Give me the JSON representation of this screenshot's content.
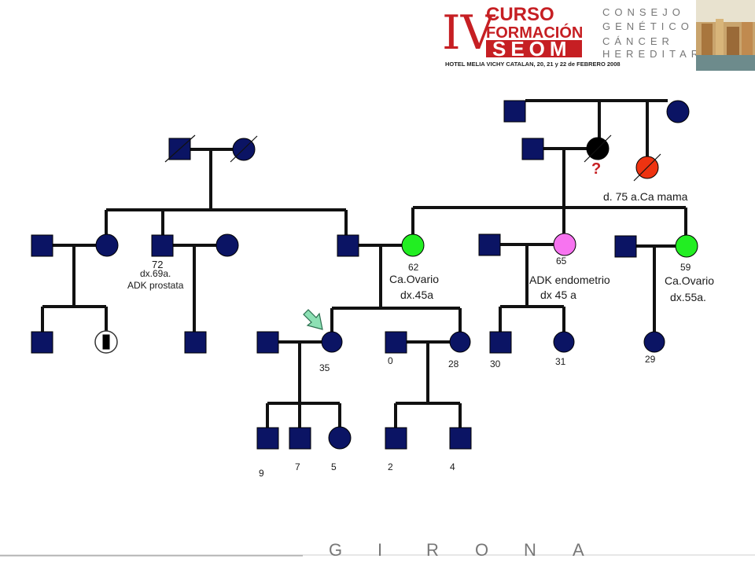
{
  "header": {
    "roman": "IV",
    "curso": "CURSO",
    "formacion": "FORMACIÓN",
    "seom": "SEOM",
    "venue": "HOTEL MELIA VICHY CATALAN, 20, 21 y 22 de FEBRERO 2008",
    "right_lines": [
      "CONSEJO",
      "GENÉTICO",
      "CÁNCER",
      "HEREDITARIO"
    ]
  },
  "pedigree": {
    "labels": {
      "uncle_age": "72",
      "uncle_dx": "dx.69a.",
      "uncle_cancer": "ADK prostata",
      "mother_age": "62",
      "mother_cancer": "Ca.Ovario",
      "mother_dx": "dx.45a",
      "aunt1_age": "65",
      "aunt1_cancer": "ADK endometrio",
      "aunt1_dx": "dx 45 a",
      "aunt2_age": "59",
      "aunt2_cancer": "Ca.Ovario",
      "aunt2_dx": "dx.55a.",
      "great_aunt_note": "d. 75 a.Ca mama",
      "unknown_mark": "?",
      "proband_age": "35",
      "brother_age": "0",
      "sister_age": "28",
      "cousin1_age": "30",
      "cousin2_age": "31",
      "cousin3_age": "29",
      "child1_age": "9",
      "child2_age": "7",
      "child3_age": "5",
      "nephew1_age": "2",
      "nephew2_age": "4"
    }
  },
  "footer": {
    "text": "G I R O N A"
  },
  "colors": {
    "navy": "#0b1464",
    "ovarian": "#22ee22",
    "endometrial": "#f774f0",
    "breast": "#ee3311",
    "unknown_cancer": "#000000",
    "banner_red": "#c61f23",
    "arrow": "#8de0b4"
  }
}
